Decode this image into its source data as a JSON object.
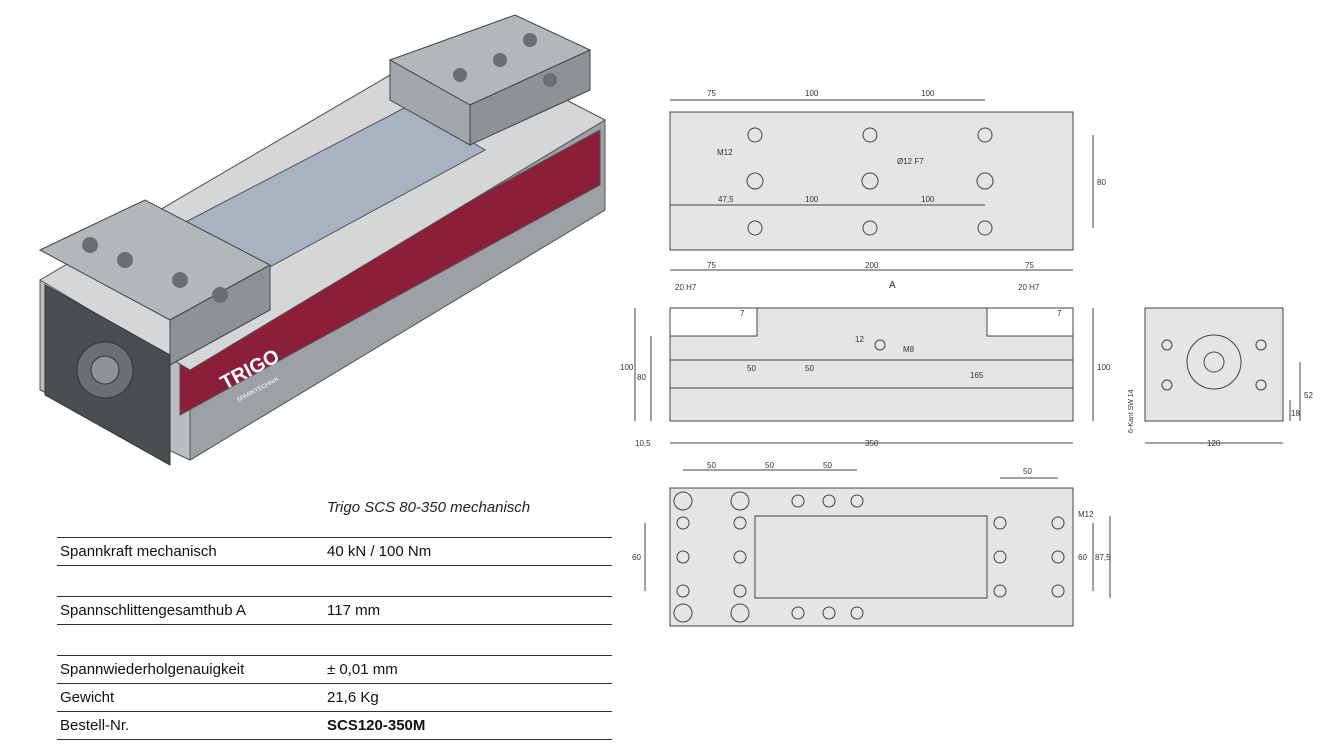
{
  "brand": {
    "logo_text": "TRIGO",
    "logo_sub": "SPANNTECHNIK",
    "accent_color": "#8b1e3a"
  },
  "drawing": {
    "top": {
      "dims": [
        "75",
        "100",
        "100",
        "47,5",
        "100",
        "100",
        "80"
      ],
      "labels": [
        "M12",
        "Ø12 F7"
      ]
    },
    "side": {
      "dims": [
        "75",
        "200",
        "75",
        "20 H7",
        "20 H7",
        "7",
        "7",
        "12",
        "50",
        "50",
        "165",
        "100",
        "80",
        "100",
        "10,5",
        "350"
      ],
      "labels": [
        "A",
        "M8"
      ]
    },
    "end": {
      "dims": [
        "6-Kant SW 14",
        "52",
        "18",
        "120"
      ]
    },
    "bottom": {
      "dims": [
        "50",
        "50",
        "50",
        "50",
        "60",
        "60",
        "87,5"
      ],
      "labels": [
        "M12"
      ]
    }
  },
  "spec": {
    "title": "Trigo SCS 80-350 mechanisch",
    "rows": [
      {
        "label": "Spannkraft  mechanisch",
        "value": "40 kN / 100 Nm"
      },
      {
        "label": "Spannschlittengesamthub  A",
        "value": "117 mm"
      },
      {
        "label": "Spannwiederholgenauigkeit",
        "value": "± 0,01 mm"
      },
      {
        "label": "Gewicht",
        "value": "21,6 Kg"
      },
      {
        "label": "Bestell-Nr.",
        "value": "SCS120-350M"
      }
    ]
  }
}
